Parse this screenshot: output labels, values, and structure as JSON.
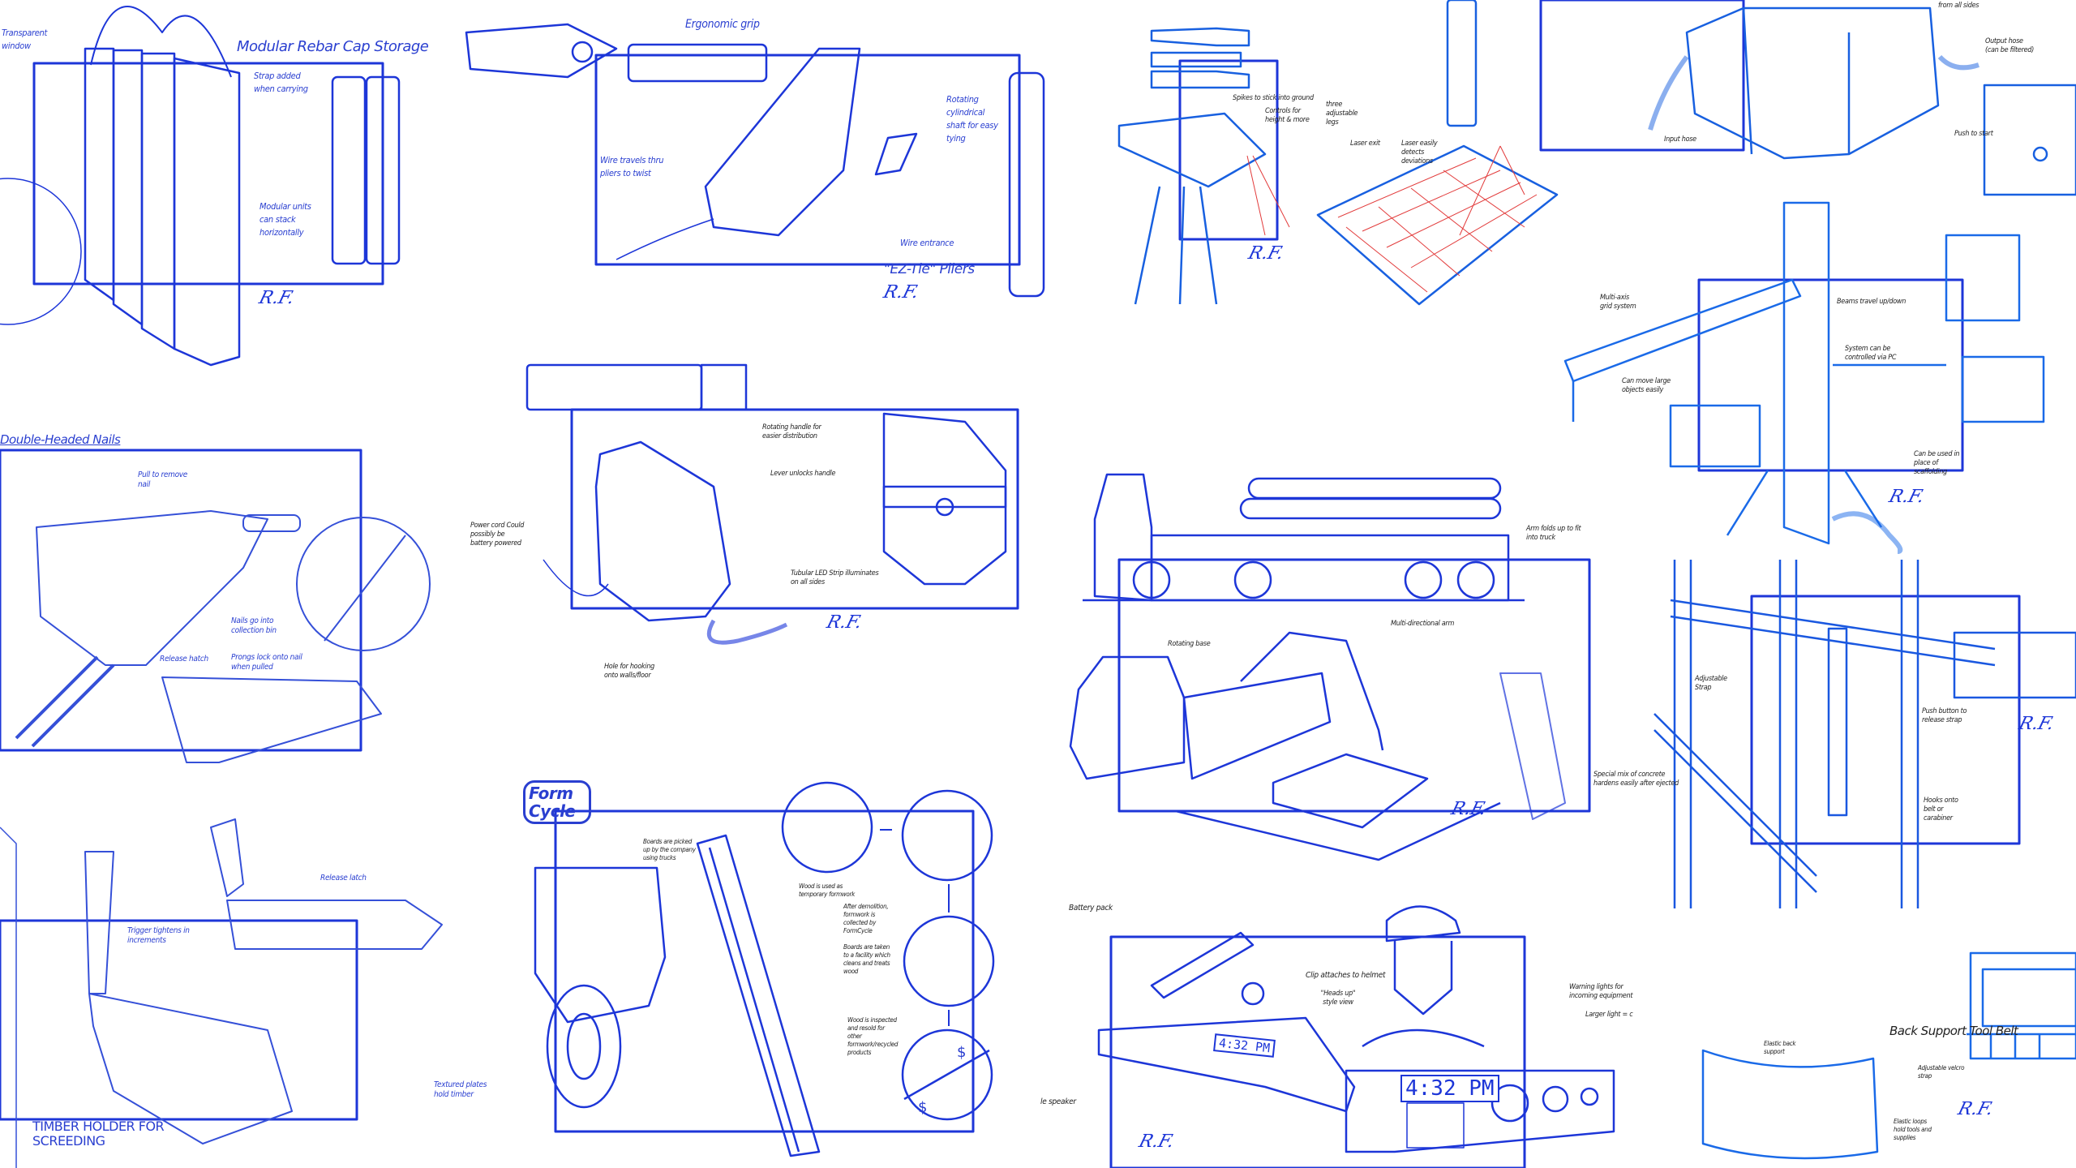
{
  "colors": {
    "ink": "#1d36d8",
    "ink_light": "#6f86f0",
    "label_ink": "#222222",
    "laser": "#e23b3b"
  },
  "rebar": {
    "title": "Modular Rebar Cap Storage",
    "labels": [
      "Transparent window",
      "Strap added when carrying",
      "Modular units can stack horizontally"
    ]
  },
  "pliers": {
    "title": "\"EZ-Tie\" Pliers",
    "labels": [
      "Ergonomic grip",
      "Wire travels thru pliers to twist",
      "Rotating cylindrical shaft for easy tying",
      "Wire entrance"
    ]
  },
  "laser": {
    "labels": [
      "Spikes to stick into ground",
      "three adjustable legs",
      "Controls for height & more",
      "Laser exit",
      "Laser easily detects deviations"
    ]
  },
  "tank": {
    "labels": [
      "from all sides",
      "Input hose",
      "Output hose (can be filtered)",
      "Push to start"
    ]
  },
  "grid": {
    "labels": [
      "Multi-axis grid system",
      "Beams travel up/down",
      "System can be controlled via PC",
      "Can move large objects easily",
      "Can be used in place of scaffolding"
    ]
  },
  "nails": {
    "title": "Double-Headed Nails",
    "labels": [
      "Pull to remove nail",
      "Nails go into collection bin",
      "Release hatch",
      "Prongs lock onto nail when pulled"
    ]
  },
  "led": {
    "labels": [
      "Rotating handle for easier distribution",
      "Lever unlocks handle",
      "Power cord Could possibly be battery powered",
      "Tubular LED Strip illuminates on all sides",
      "Hole for hooking onto walls/floor"
    ]
  },
  "truck": {
    "labels": [
      "Arm folds up to fit into truck",
      "Rotating base",
      "Multi-directional arm",
      "Special mix of concrete hardens easily after ejected"
    ]
  },
  "strap": {
    "labels": [
      "Adjustable Strap",
      "Push button to release strap",
      "Hooks onto belt or carabiner"
    ]
  },
  "timber": {
    "title": "TIMBER HOLDER FOR SCREEDING",
    "labels": [
      "Trigger tightens in increments",
      "Release latch",
      "Textured plates hold timber"
    ]
  },
  "formcycle": {
    "logo": "Form Cycle",
    "labels": [
      "Boards are picked up by the company using trucks",
      "Wood is used as temporary formwork",
      "After demolition, formwork is collected by FormCycle",
      "Boards are taken to a facility which cleans and treats wood",
      "Wood is inspected and resold for other formwork/recycled products"
    ],
    "currency": "$"
  },
  "helmet": {
    "labels": [
      "Battery pack",
      "Clip attaches to helmet",
      "\"Heads up\" style view",
      "le speaker",
      "Warning lights for incoming equipment",
      "Larger light = c"
    ],
    "clock": "4:32 PM"
  },
  "belt": {
    "title": "Back Support Tool Belt",
    "labels": [
      "Elastic back support",
      "Adjustable velcro strap",
      "Elastic loops hold tools and supplies"
    ]
  },
  "signature": "R.F."
}
